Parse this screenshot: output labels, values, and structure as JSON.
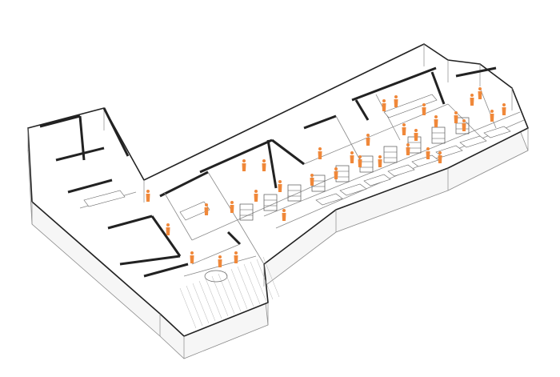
{
  "drawing": {
    "type": "axonometric floor plan",
    "colors": {
      "background": "#ffffff",
      "wall_line": "#222222",
      "thin_line": "#8a8a8a",
      "figure_accent": "#f0883a",
      "hatch": "#b5b5b5"
    },
    "icons": [
      "person-figure",
      "furniture",
      "plant"
    ]
  }
}
